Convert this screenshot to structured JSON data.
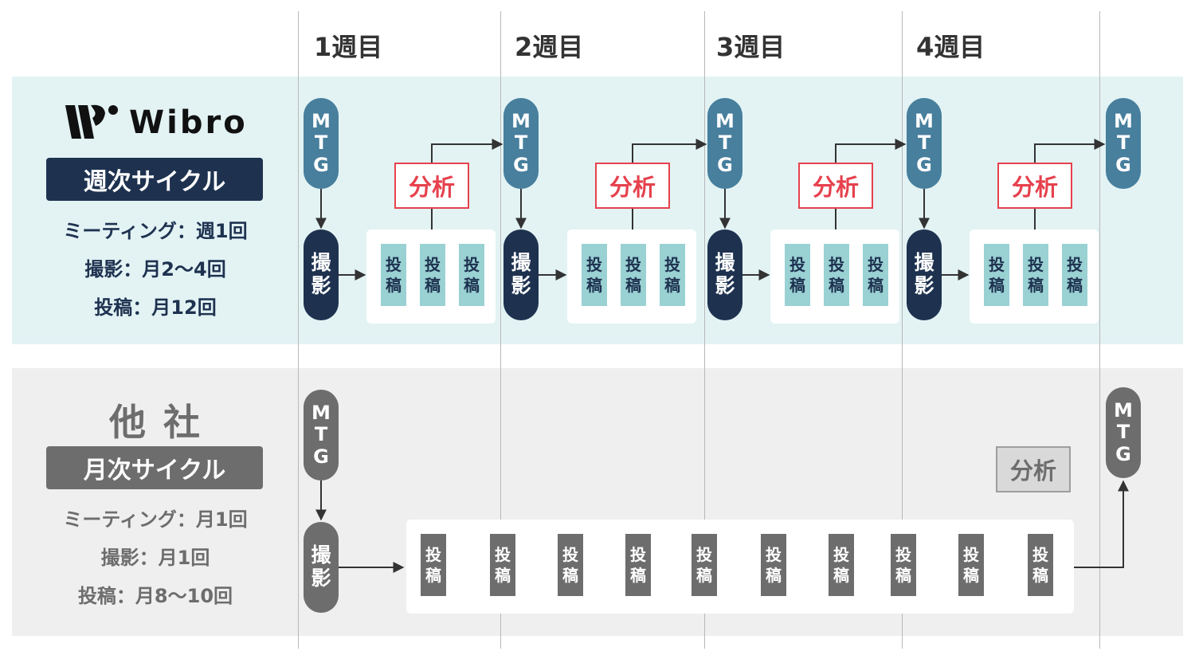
{
  "weeks": [
    "1週目",
    "2週目",
    "3週目",
    "4週目"
  ],
  "wibro": {
    "brand_name": "Wibro",
    "cycle_label": "週次サイクル",
    "specs": [
      "ミーティング：週1回",
      "撮影：月2〜4回",
      "投稿：月12回"
    ],
    "mtg_label": [
      "M",
      "T",
      "G"
    ],
    "shoot_label": [
      "撮",
      "影"
    ],
    "analysis_label": "分析",
    "post_label": [
      "投",
      "稿"
    ],
    "posts_per_week": 3
  },
  "other": {
    "title": "他社",
    "cycle_label": "月次サイクル",
    "specs": [
      "ミーティング：月1回",
      "撮影：月1回",
      "投稿：月8〜10回"
    ],
    "mtg_label": [
      "M",
      "T",
      "G"
    ],
    "shoot_label": [
      "撮",
      "影"
    ],
    "analysis_label": "分析",
    "post_label": [
      "投",
      "稿"
    ],
    "post_count": 10
  },
  "colors": {
    "navy": "#1e3250",
    "steel_blue": "#477f9d",
    "teal_light": "#9ad1d3",
    "accent_red": "#e6414d",
    "gray_dark": "#6d6d6d",
    "band_top": "#e3f3f4",
    "band_bottom": "#efefef"
  }
}
